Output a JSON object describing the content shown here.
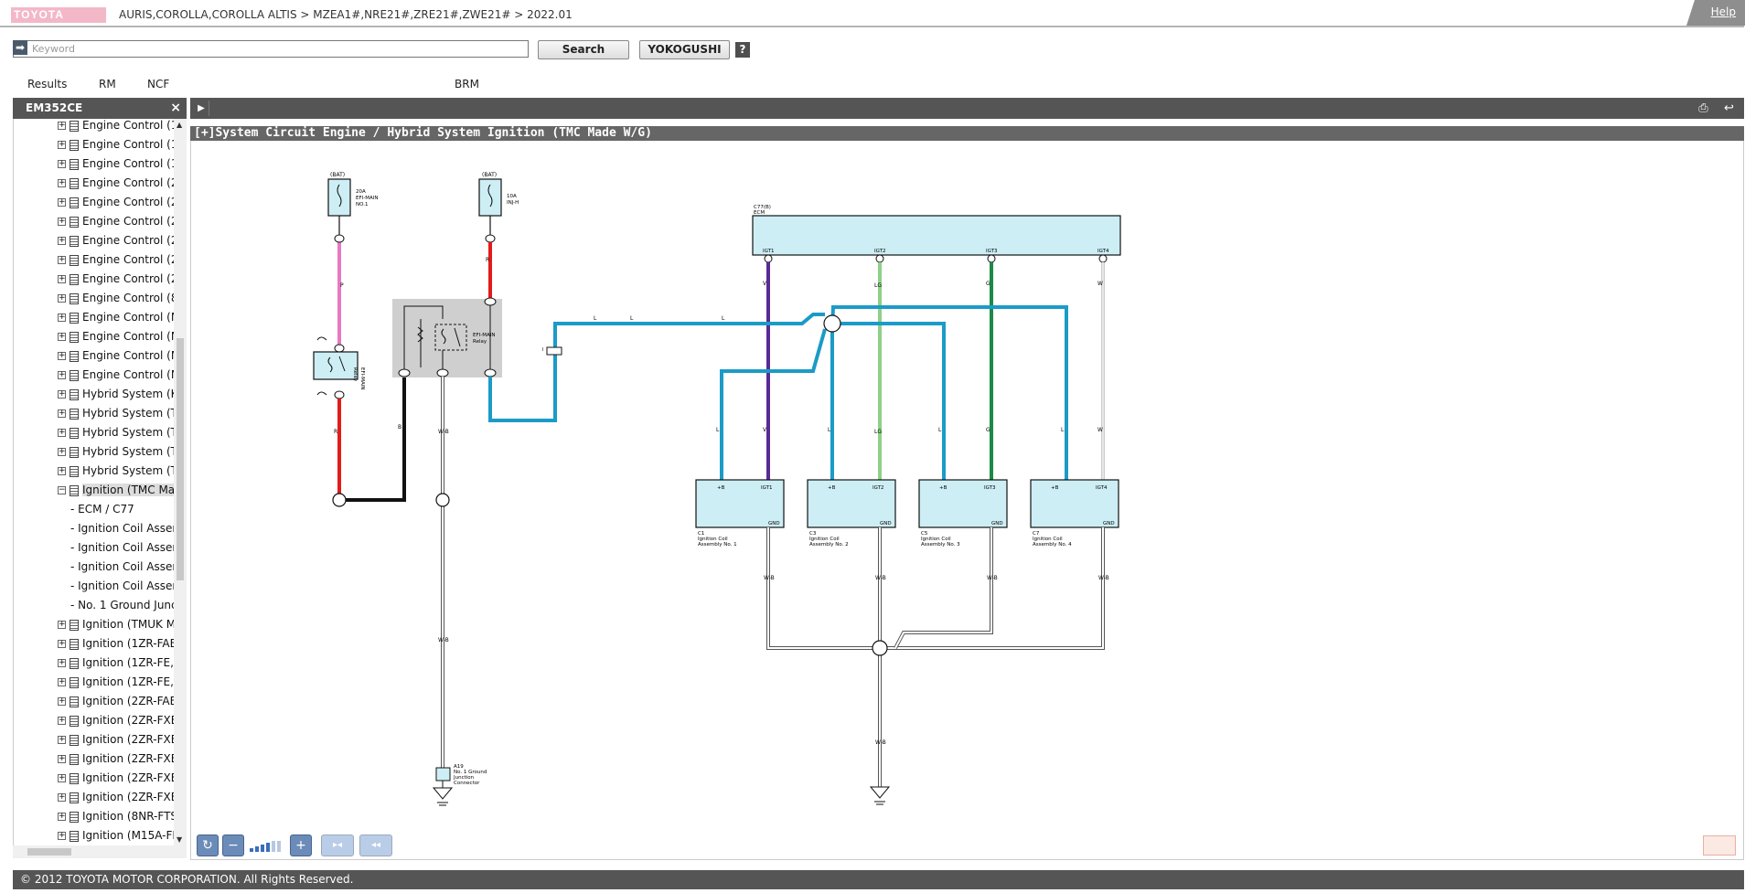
{
  "header": {
    "logo_text": "TOYOTA",
    "breadcrumb": "AURIS,COROLLA,COROLLA ALTIS > MZEA1#,NRE21#,ZRE21#,ZWE21# > 2022.01",
    "help_label": "Help"
  },
  "search": {
    "placeholder": "Keyword",
    "value": "",
    "search_label": "Search",
    "yokogushi_label": "YOKOGUSHI",
    "question_label": "?"
  },
  "tabs": [
    "Results",
    "RM",
    "NCF",
    "BRM"
  ],
  "panel": {
    "title": "EM352CE",
    "close": "×"
  },
  "tree": [
    {
      "type": "node",
      "label": "Engine Control (1"
    },
    {
      "type": "node",
      "label": "Engine Control (1"
    },
    {
      "type": "node",
      "label": "Engine Control (1"
    },
    {
      "type": "node",
      "label": "Engine Control (2"
    },
    {
      "type": "node",
      "label": "Engine Control (2"
    },
    {
      "type": "node",
      "label": "Engine Control (2"
    },
    {
      "type": "node",
      "label": "Engine Control (2"
    },
    {
      "type": "node",
      "label": "Engine Control (2"
    },
    {
      "type": "node",
      "label": "Engine Control (2"
    },
    {
      "type": "node",
      "label": "Engine Control (8"
    },
    {
      "type": "node",
      "label": "Engine Control (M"
    },
    {
      "type": "node",
      "label": "Engine Control (M"
    },
    {
      "type": "node",
      "label": "Engine Control (M"
    },
    {
      "type": "node",
      "label": "Engine Control (M"
    },
    {
      "type": "node",
      "label": "Hybrid System (K"
    },
    {
      "type": "node",
      "label": "Hybrid System (T"
    },
    {
      "type": "node",
      "label": "Hybrid System (T"
    },
    {
      "type": "node",
      "label": "Hybrid System (T"
    },
    {
      "type": "node",
      "label": "Hybrid System (T"
    },
    {
      "type": "open",
      "label": "Ignition (TMC Ma"
    },
    {
      "type": "leaf",
      "label": "- ECM / C77"
    },
    {
      "type": "leaf",
      "label": "- Ignition Coil Assem"
    },
    {
      "type": "leaf",
      "label": "- Ignition Coil Assem"
    },
    {
      "type": "leaf",
      "label": "- Ignition Coil Assem"
    },
    {
      "type": "leaf",
      "label": "- Ignition Coil Assem"
    },
    {
      "type": "leaf",
      "label": "- No. 1 Ground Junct"
    },
    {
      "type": "node",
      "label": "Ignition (TMUK M"
    },
    {
      "type": "node",
      "label": "Ignition (1ZR-FAE"
    },
    {
      "type": "node",
      "label": "Ignition (1ZR-FE,"
    },
    {
      "type": "node",
      "label": "Ignition (1ZR-FE,"
    },
    {
      "type": "node",
      "label": "Ignition (2ZR-FAE"
    },
    {
      "type": "node",
      "label": "Ignition (2ZR-FXE"
    },
    {
      "type": "node",
      "label": "Ignition (2ZR-FXE"
    },
    {
      "type": "node",
      "label": "Ignition (2ZR-FXE"
    },
    {
      "type": "node",
      "label": "Ignition (2ZR-FXE"
    },
    {
      "type": "node",
      "label": "Ignition (2ZR-FXE"
    },
    {
      "type": "node",
      "label": "Ignition (8NR-FTS"
    },
    {
      "type": "node",
      "label": "Ignition (M15A-FI"
    }
  ],
  "main": {
    "title": "[+]System Circuit  Engine / Hybrid System  Ignition (TMC Made W/G)"
  },
  "diagram": {
    "fuse1_loc": "(BAT)",
    "fuse1_label": [
      "20A",
      "EFI-MAIN",
      "NO.1"
    ],
    "fuse2_loc": "(BAT)",
    "fuse2_label": [
      "10A",
      "INJ-H"
    ],
    "relay1_label": [
      "EFI-MAIN",
      "Relay"
    ],
    "relay2_label": [
      "EFI-MAIN",
      "Relay"
    ],
    "ecm_label": [
      "C77(B)",
      "ECM"
    ],
    "ecm_pins": [
      "IGT1",
      "IGT2",
      "IGT3",
      "IGT4"
    ],
    "coils": [
      {
        "code": "C1",
        "name": [
          "Ignition Coil",
          "Assembly No. 1"
        ],
        "pin_b": "+B",
        "pin_t": "IGT1",
        "gnd": "GND"
      },
      {
        "code": "C3",
        "name": [
          "Ignition Coil",
          "Assembly No. 2"
        ],
        "pin_b": "+B",
        "pin_t": "IGT2",
        "gnd": "GND"
      },
      {
        "code": "C5",
        "name": [
          "Ignition Coil",
          "Assembly No. 3"
        ],
        "pin_b": "+B",
        "pin_t": "IGT3",
        "gnd": "GND"
      },
      {
        "code": "C7",
        "name": [
          "Ignition Coil",
          "Assembly No. 4"
        ],
        "pin_b": "+B",
        "pin_t": "IGT4",
        "gnd": "GND"
      }
    ],
    "ground_junction": [
      "A19",
      "No. 1 Ground",
      "Junction",
      "Connector"
    ],
    "wire_labels": {
      "p": "P",
      "r": "R",
      "b": "B",
      "wb": "W-B",
      "l": "L",
      "v": "V",
      "lg": "LG",
      "g": "G",
      "w": "W"
    },
    "colors": {
      "pink": "#e879c0",
      "red": "#e21b1b",
      "black": "#111111",
      "blue": "#1b9bc7",
      "violet": "#5a2a96",
      "lightgreen": "#8fd08a",
      "green": "#1c8a46",
      "white": "#ffffff",
      "box": "#cdeef4",
      "relay_box": "#cfcfcf"
    }
  },
  "toolbar": {
    "refresh_icon": "↻",
    "zoom_out_icon": "−",
    "zoom_in_icon": "+",
    "first_icon": "▸◂",
    "prev_icon": "◂◂"
  },
  "footer": {
    "copyright": "© 2012 TOYOTA MOTOR CORPORATION. All Rights Reserved."
  }
}
